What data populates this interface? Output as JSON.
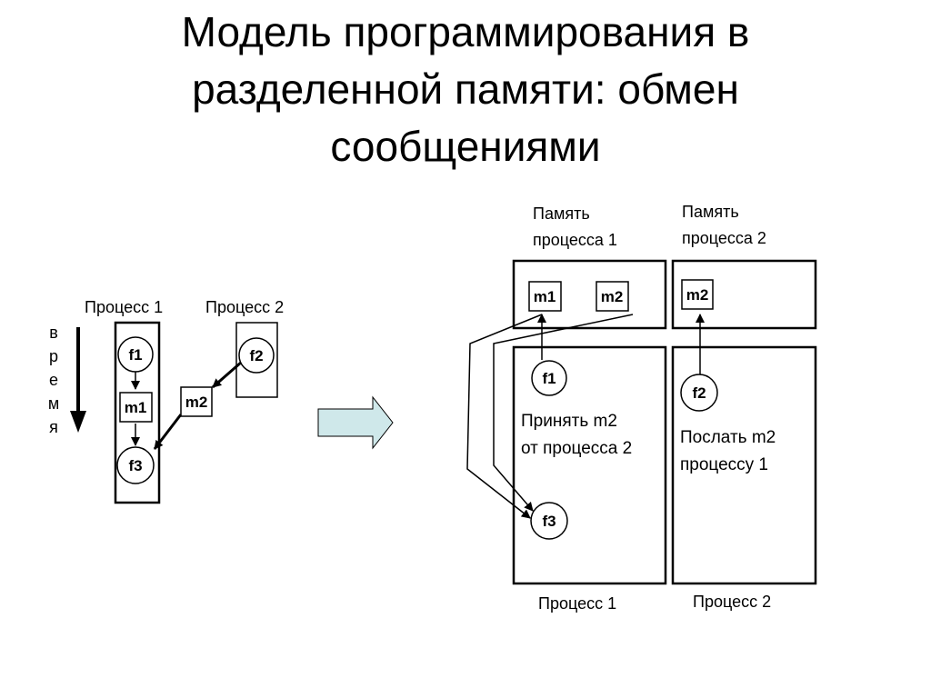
{
  "title": {
    "line1": "Модель программирования в",
    "line2": "разделенной памяти: обмен",
    "line3": "сообщениями"
  },
  "left_diagram": {
    "process1_label": "Процесс 1",
    "process2_label": "Процесс 2",
    "time_letters": [
      "в",
      "р",
      "е",
      "м",
      "я"
    ],
    "nodes": {
      "f1": "f1",
      "m1": "m1",
      "f3": "f3",
      "f2": "f2",
      "m2": "m2"
    }
  },
  "right_diagram": {
    "memory1_label": [
      "Память",
      "процесса 1"
    ],
    "memory2_label": [
      "Память",
      "процесса 2"
    ],
    "mem1_m1": "m1",
    "mem1_m2": "m2",
    "mem2_m2": "m2",
    "p1_f1": "f1",
    "p1_f3": "f3",
    "p2_f2": "f2",
    "p1_text": [
      "Принять m2",
      "от процесса 2"
    ],
    "p2_text": [
      "Послать m2",
      "процессу 1"
    ],
    "process1_label": "Процесс 1",
    "process2_label": "Процесс 2"
  },
  "colors": {
    "arrow_fill": "#cfe8ea",
    "stroke": "#000000"
  }
}
